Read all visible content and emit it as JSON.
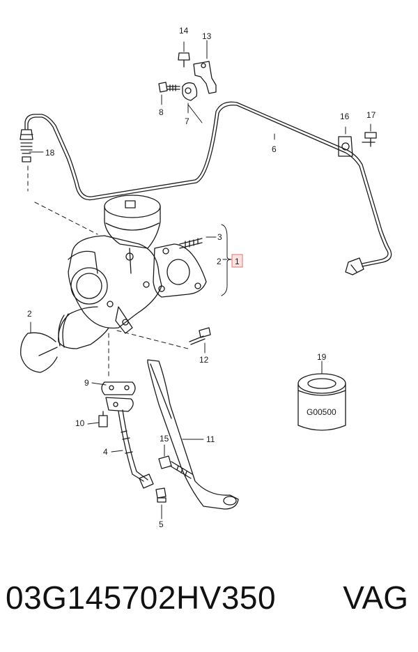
{
  "labels": {
    "l1": "1",
    "l2a": "2",
    "l2b": "2",
    "l3": "3",
    "l4": "4",
    "l5": "5",
    "l6": "6",
    "l7": "7",
    "l8": "8",
    "l9": "9",
    "l10": "10",
    "l11": "11",
    "l12": "12",
    "l13": "13",
    "l14": "14",
    "l15": "15",
    "l16": "16",
    "l17": "17",
    "l18": "18",
    "l19": "19"
  },
  "filter_label": "G00500",
  "footer": {
    "part_number": "03G145702HV350",
    "brand": "VAG"
  },
  "colors": {
    "line": "#1a1a1a",
    "highlight_border": "#e07070",
    "highlight_fill": "#fde2e2"
  }
}
